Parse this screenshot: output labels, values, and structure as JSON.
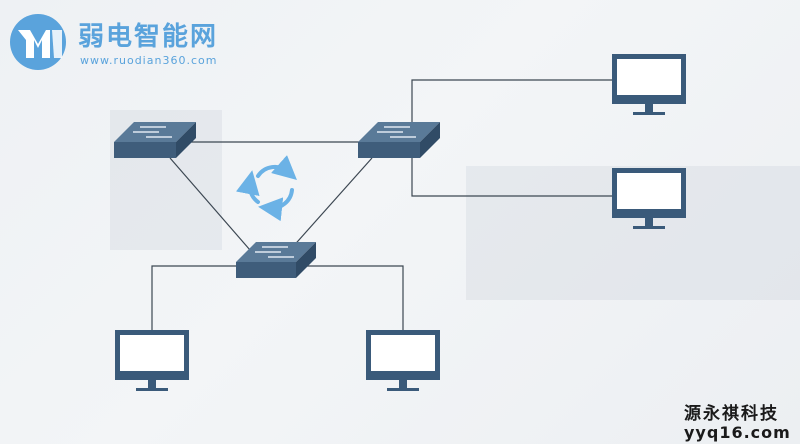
{
  "brand": {
    "name": "弱电智能网",
    "url": "www.ruodian360.com",
    "color": "#5aa3dc"
  },
  "watermark": {
    "name": "源永祺科技",
    "url": "yyq16.com"
  },
  "diagram": {
    "switch_color": "#41607e",
    "monitor_color": "#3a5a7a",
    "link_color": "#3c4752",
    "loop_arrow_color": "#6bb2e6",
    "nodes": [
      "switch-1",
      "switch-2",
      "switch-3",
      "pc-1",
      "pc-2",
      "pc-3",
      "pc-4"
    ],
    "links": [
      [
        "switch-1",
        "switch-2"
      ],
      [
        "switch-1",
        "switch-3"
      ],
      [
        "switch-2",
        "switch-3"
      ],
      [
        "switch-2",
        "pc-1"
      ],
      [
        "switch-2",
        "pc-2"
      ],
      [
        "switch-3",
        "pc-3"
      ],
      [
        "switch-3",
        "pc-4"
      ]
    ]
  }
}
